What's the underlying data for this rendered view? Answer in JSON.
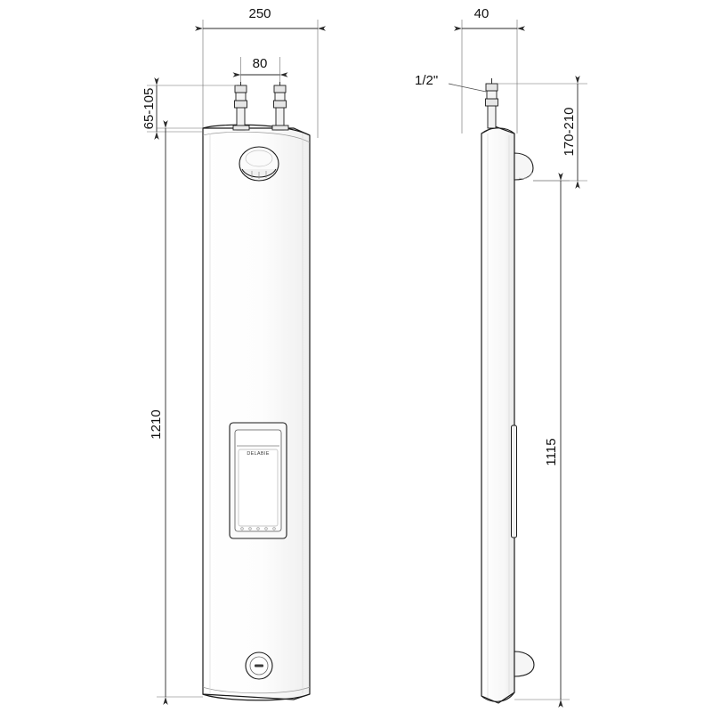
{
  "drawing": {
    "title": "Shower panel technical drawing",
    "views": [
      {
        "name": "front-view",
        "label": ""
      },
      {
        "name": "side-view",
        "label": ""
      }
    ],
    "colors": {
      "line": "#1a1a1a",
      "dimension_line": "#3c3c3c",
      "panel_fill": "#ffffff",
      "panel_shade": "#f2f2f2",
      "brand_text": "#3a3a3a"
    },
    "dimensions": {
      "front_width": "250",
      "front_inlet_spacing": "80",
      "front_inlet_height": "65-105",
      "front_total_height": "1210",
      "side_depth": "40",
      "side_thread": "1/2\"",
      "side_inlet_height": "170-210",
      "side_total_height": "1115"
    },
    "labels": {
      "brand": "DELABIE"
    }
  }
}
